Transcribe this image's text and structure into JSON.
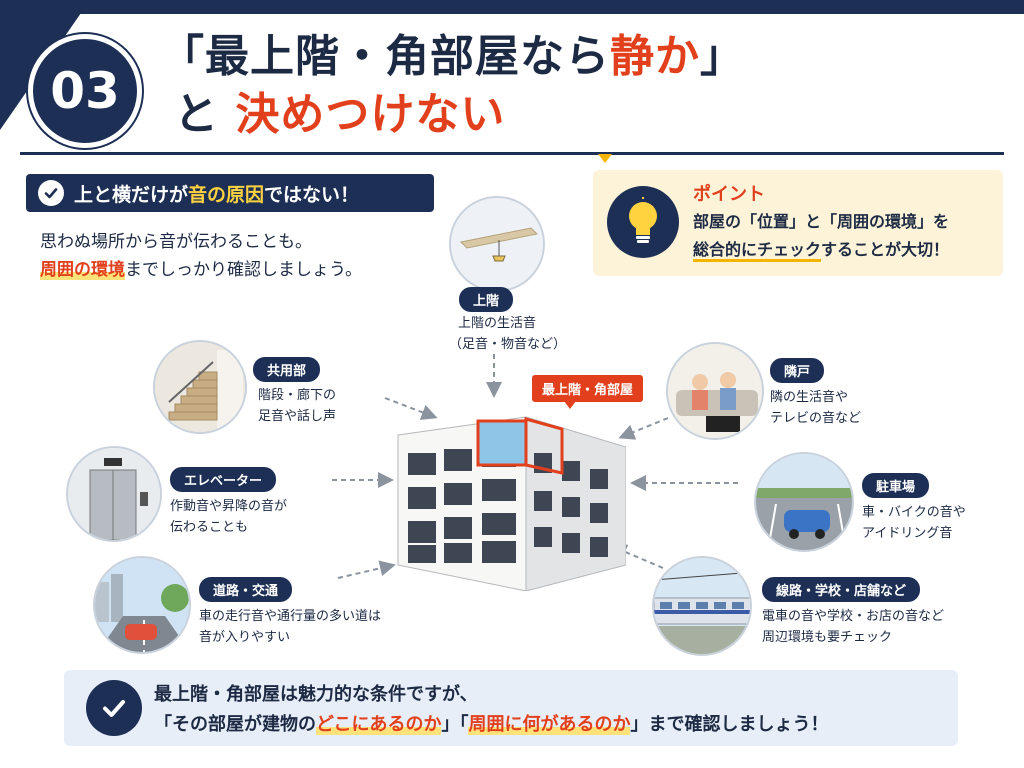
{
  "header": {
    "number": "03",
    "title_line1_prefix": "「最上階・角部屋なら",
    "title_line1_highlight": "静か",
    "title_line1_suffix": "」",
    "title_line2_prefix": "と",
    "title_line2_highlight": "決めつけない"
  },
  "lead": {
    "bar_prefix": "上と横だけが",
    "bar_highlight": "音の原因",
    "bar_suffix": "ではない！",
    "line1": "思わぬ場所から音が伝わることも。",
    "line2_highlight": "周囲の環境",
    "line2_suffix": "までしっかり確認しましょう。"
  },
  "point": {
    "title": "ポイント",
    "line1": "部屋の「位置」と「周囲の環境」を",
    "line2_underlined": "総合的にチェック",
    "line2_suffix": "することが大切！"
  },
  "building": {
    "tag": "最上階・角部屋"
  },
  "sources": {
    "upstairs": {
      "label": "上階",
      "caption1": "上階の生活音",
      "caption2": "（足音・物音など）"
    },
    "common": {
      "label": "共用部",
      "caption1": "階段・廊下の",
      "caption2": "足音や話し声"
    },
    "elevator": {
      "label": "エレベーター",
      "caption1": "作動音や昇降の音が",
      "caption2": "伝わることも"
    },
    "road": {
      "label": "道路・交通",
      "caption1": "車の走行音や通行量の多い道は",
      "caption2": "音が入りやすい"
    },
    "neighbor": {
      "label": "隣戸",
      "caption1": "隣の生活音や",
      "caption2": "テレビの音など"
    },
    "parking": {
      "label": "駐車場",
      "caption1": "車・バイクの音や",
      "caption2": "アイドリング音"
    },
    "railway": {
      "label": "線路・学校・店舗など",
      "caption1": "電車の音や学校・お店の音など",
      "caption2": "周辺環境も要チェック"
    }
  },
  "summary": {
    "line1": "最上階・角部屋は魅力的な条件ですが、",
    "line2_a": "「その部屋が建物の",
    "line2_hl1": "どこにあるのか",
    "line2_b": "」「",
    "line2_hl2": "周囲に何があるのか",
    "line2_c": "」まで確認しましょう！"
  },
  "colors": {
    "navy": "#1d2f55",
    "accent": "#e2401c",
    "yellow": "#f4b400"
  },
  "icons": [
    "check-icon",
    "lightbulb-icon"
  ]
}
